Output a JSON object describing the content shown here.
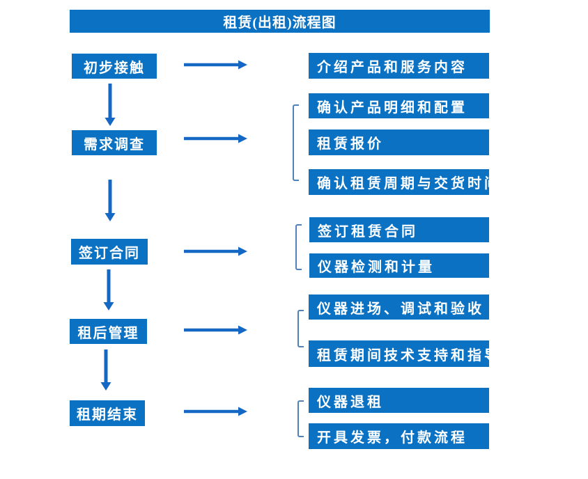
{
  "title": "租赁(出租)流程图",
  "colors": {
    "box_fill": "#0A71C3",
    "arrow": "#1567C4",
    "bracket": "#4F81BD",
    "text": "#FFFFFF",
    "background": "#FFFFFF"
  },
  "sections": [
    {
      "step": "初步接触",
      "details": [
        "介绍产品和服务内容"
      ]
    },
    {
      "step": "需求调查",
      "details": [
        "确认产品明细和配置",
        "租赁报价",
        "确认租赁周期与交货时间"
      ]
    },
    {
      "step": "签订合同",
      "details": [
        "签订租赁合同",
        "仪器检测和计量"
      ]
    },
    {
      "step": "租后管理",
      "details": [
        "仪器进场、调试和验收",
        "租赁期间技术支持和指导"
      ]
    },
    {
      "step": "租期结束",
      "details": [
        "仪器退租",
        "开具发票，付款流程"
      ]
    }
  ]
}
